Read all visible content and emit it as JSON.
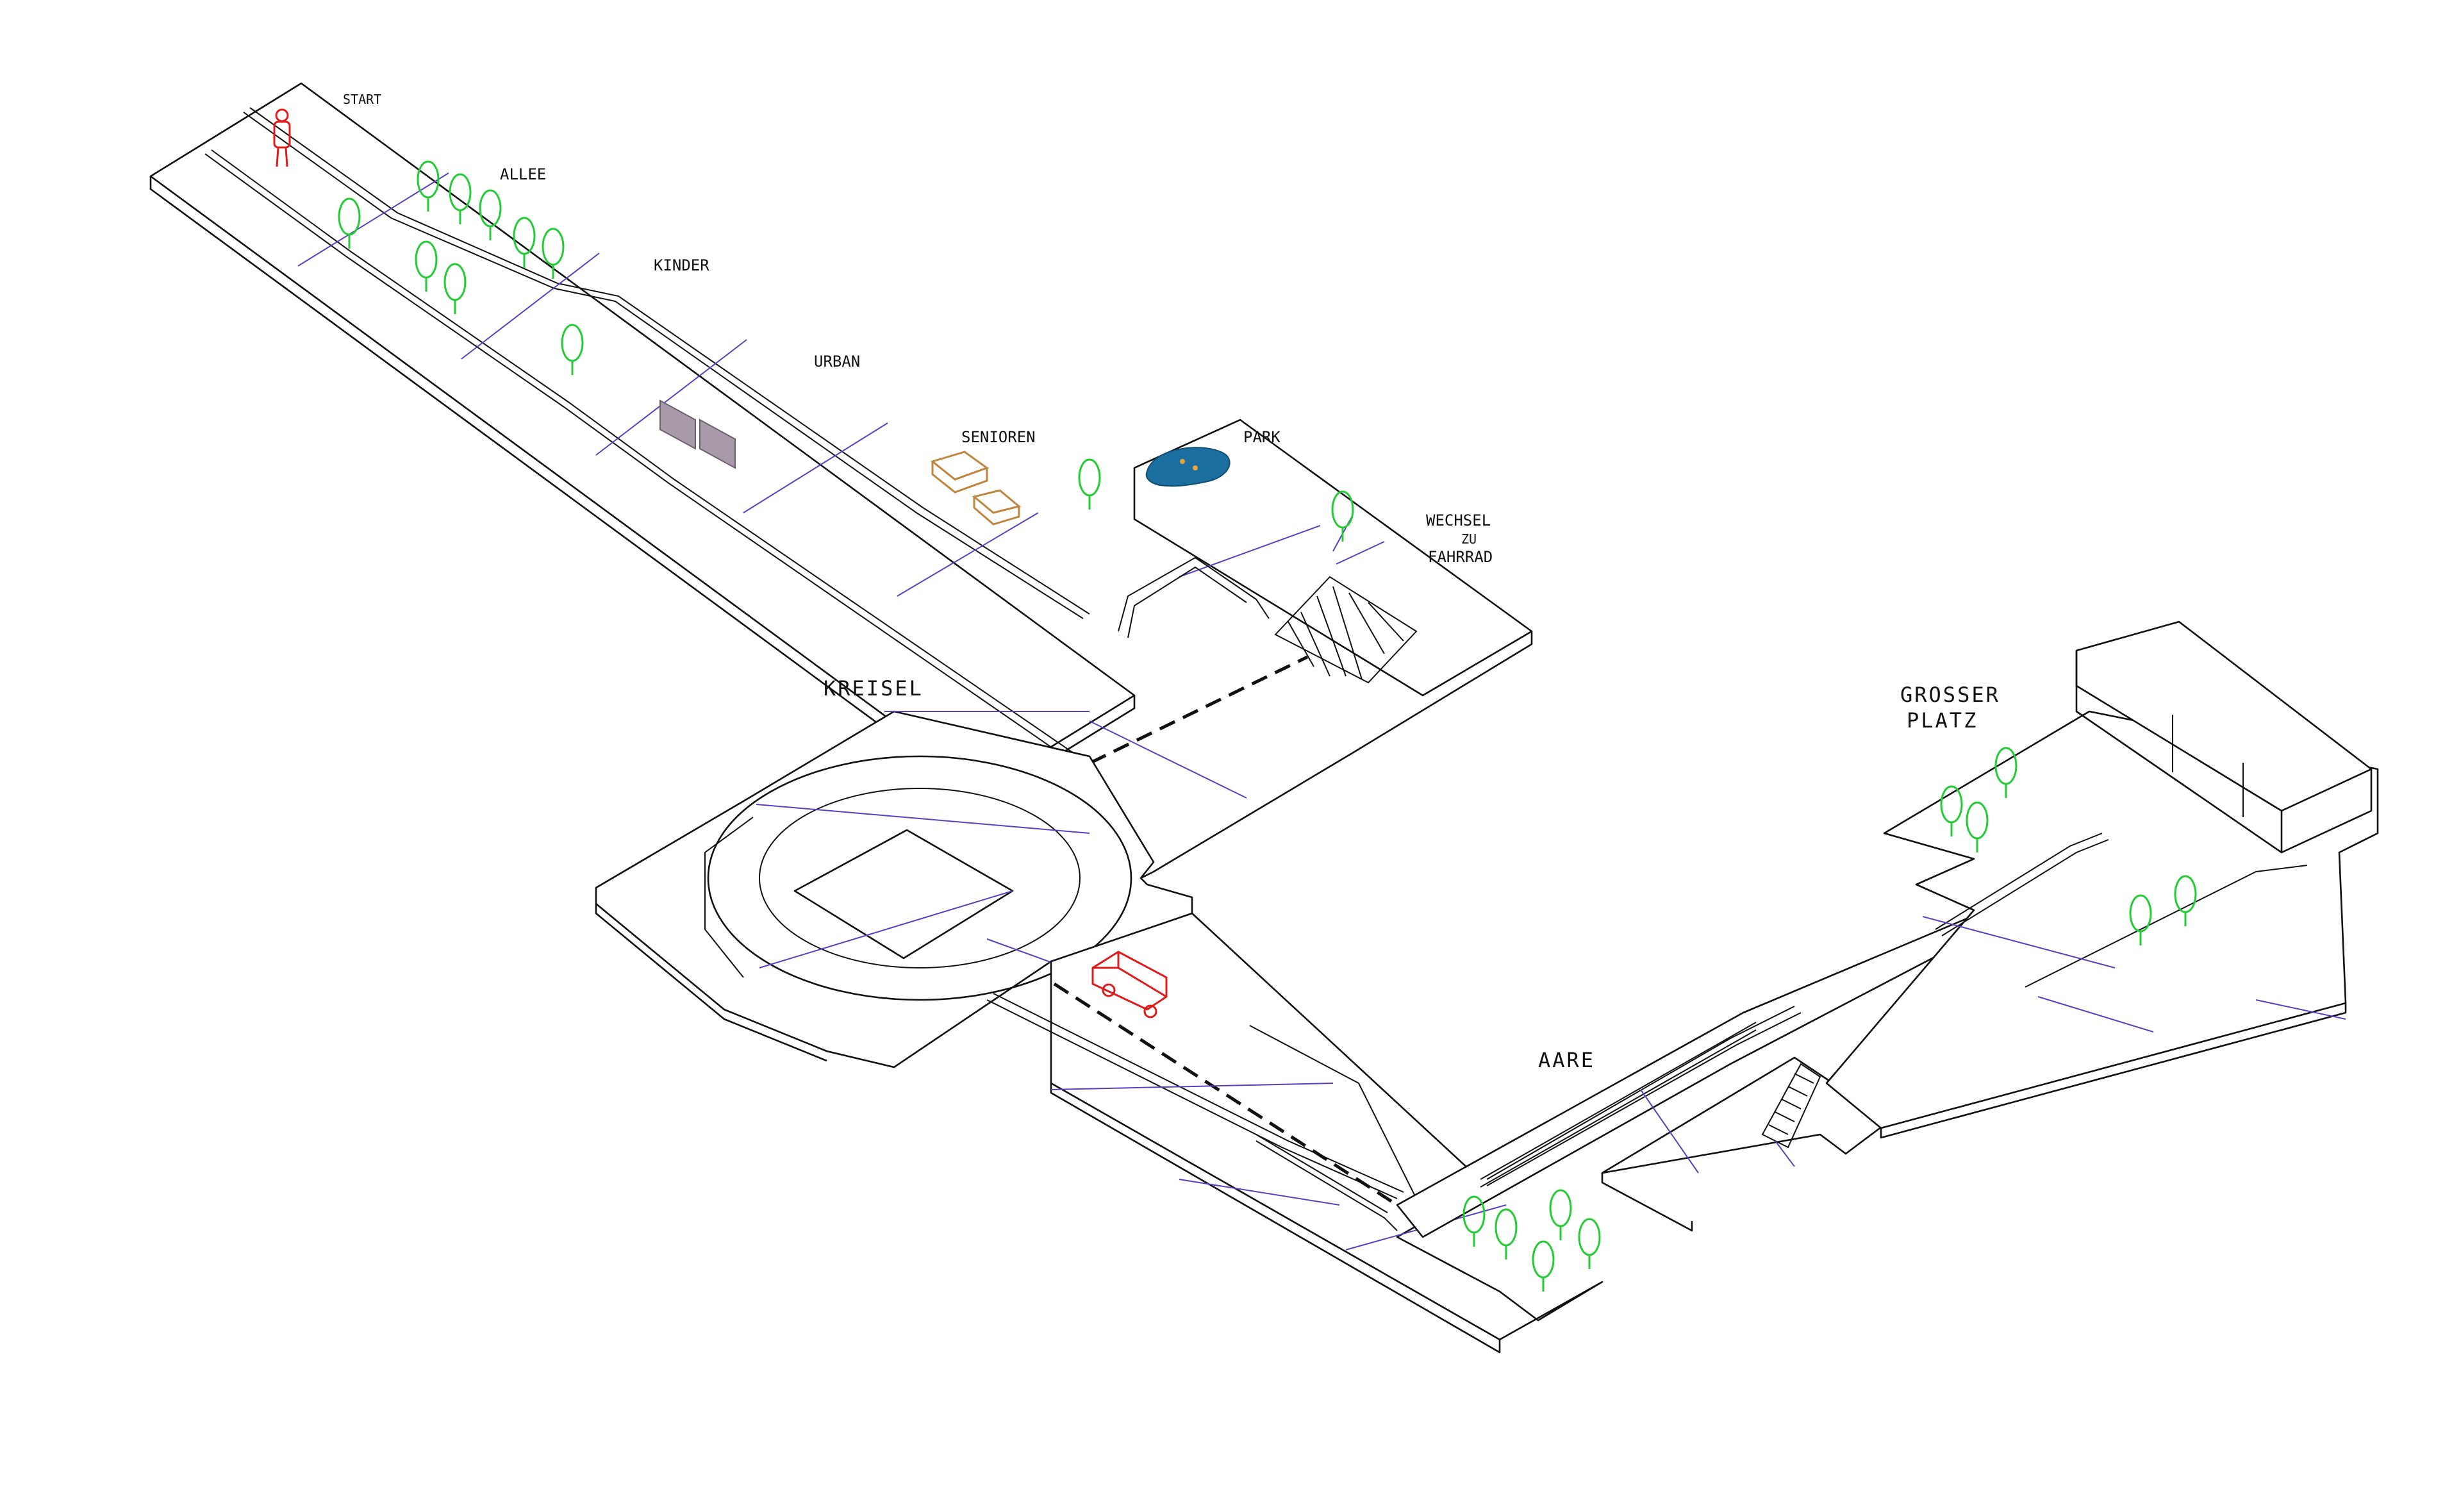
{
  "labels": {
    "start": "START",
    "allee": "ALLEE",
    "kinder": "KINDER",
    "urban": "URBAN",
    "senioren": "SENIOREN",
    "park": "PARK",
    "wechsel_line1": "WECHSEL",
    "wechsel_line2": "ZU",
    "wechsel_line3": "FAHRRAD",
    "kreisel": "KREISEL",
    "grosser_line1": "GROSSER",
    "grosser_line2": "PLATZ",
    "aare": "AARE"
  },
  "colors": {
    "lines": "#111111",
    "grid": "#5a3fc0",
    "trees": "#22cc33",
    "pedestrian_and_car": "#e01b1b",
    "pond": "#1a6fa0",
    "benches": "#c0843c",
    "signs": "#9a8a9a"
  },
  "icons": {
    "person": "person-icon",
    "car": "car-icon",
    "tree": "tree-icon",
    "pond": "pond-icon",
    "bench": "bench-icon",
    "sign": "sign-board-icon",
    "stairs": "stairs-icon"
  }
}
